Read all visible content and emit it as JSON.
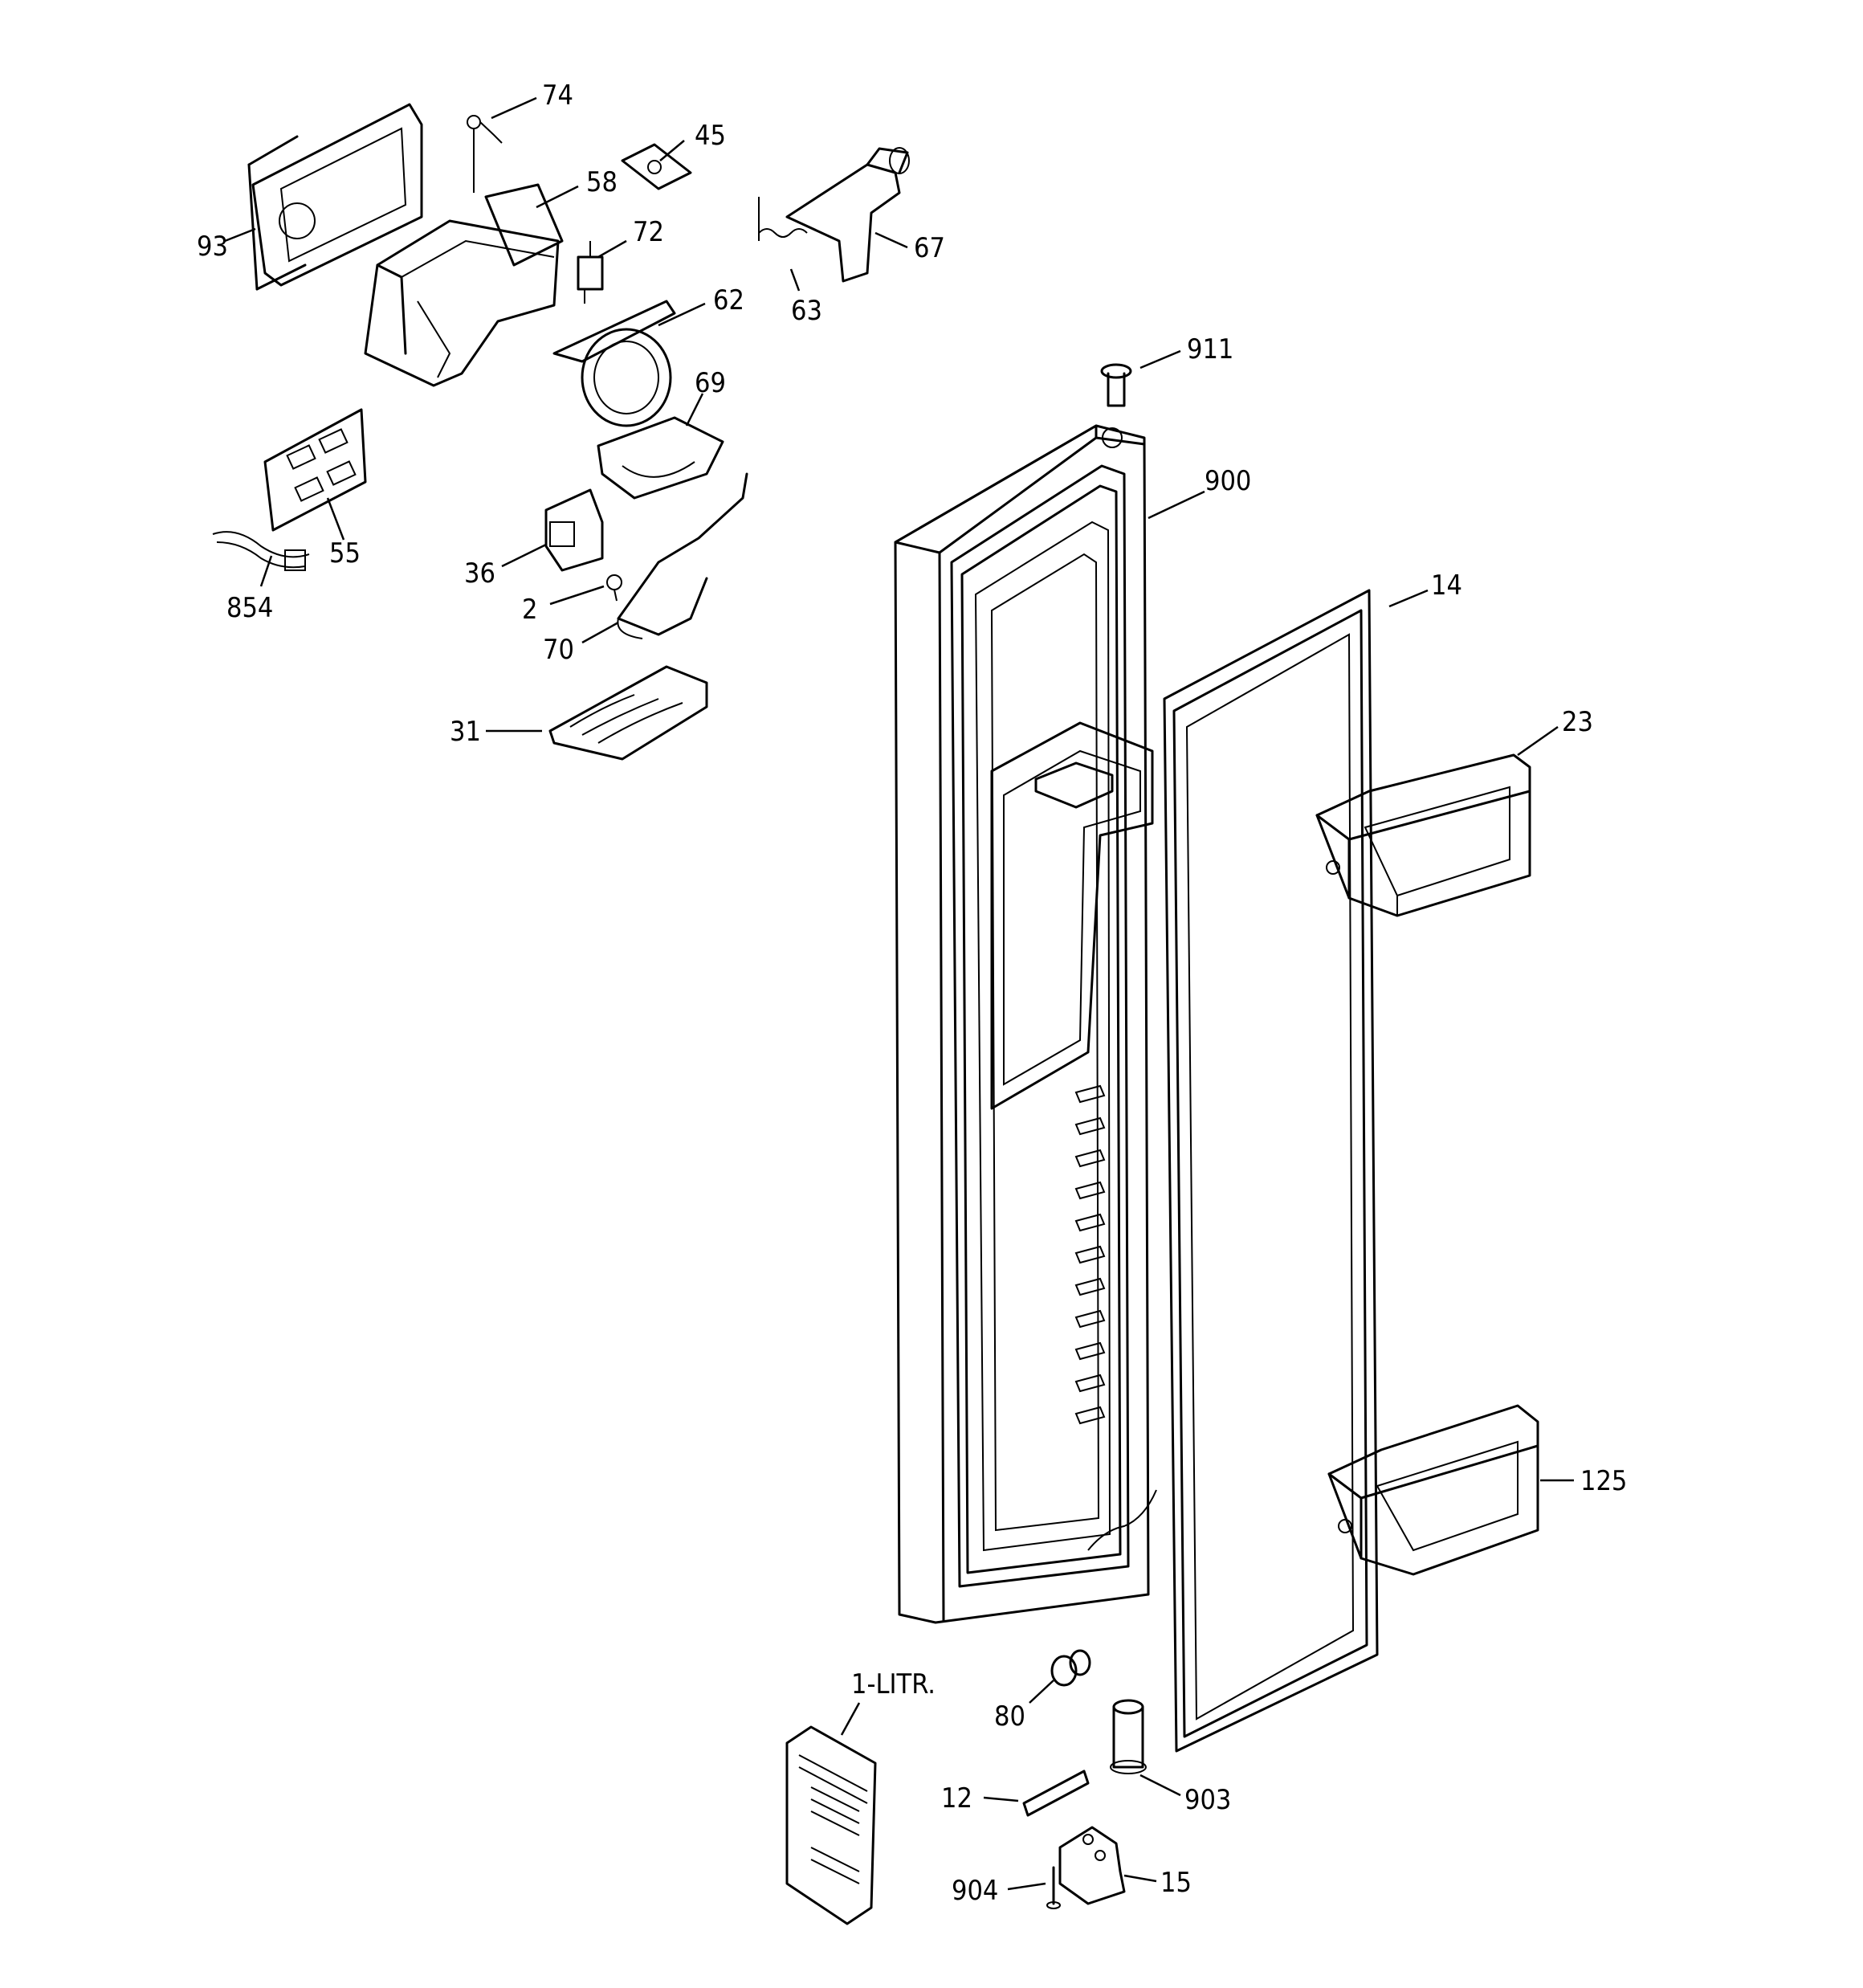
{
  "labels": {
    "l74": "74",
    "l45": "45",
    "l58": "58",
    "l93": "93",
    "l72": "72",
    "l67": "67",
    "l63": "63",
    "l62": "62",
    "l911": "911",
    "l69": "69",
    "l55": "55",
    "l900": "900",
    "l36": "36",
    "l854": "854",
    "l2": "2",
    "l70": "70",
    "l14": "14",
    "l31": "31",
    "l23": "23",
    "l125": "125",
    "l1litr": "1-LITR.",
    "l80": "80",
    "l12": "12",
    "l903": "903",
    "l904": "904",
    "l15": "15"
  }
}
